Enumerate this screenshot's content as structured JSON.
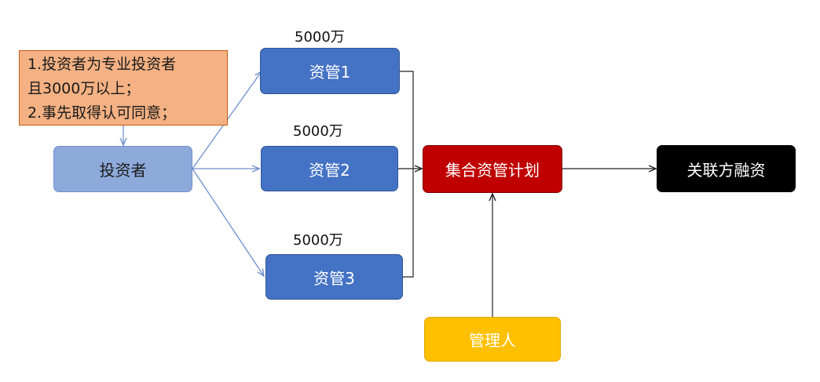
{
  "colors": {
    "investor": "#8eaadb",
    "zg": "#4472c4",
    "plan": "#c00000",
    "related": "#000000",
    "manager": "#ffc000",
    "note": "#f4b183",
    "arrow": "#6f8fcf",
    "connector": "#222222"
  },
  "note": {
    "line1": "1.投资者为专业投资者",
    "line2": "且3000万以上；",
    "line3": "2.事先取得认可同意；"
  },
  "investor": {
    "label": "投资者"
  },
  "zg1": {
    "label": "资管1",
    "amount": "5000万"
  },
  "zg2": {
    "label": "资管2",
    "amount": "5000万"
  },
  "zg3": {
    "label": "资管3",
    "amount": "5000万"
  },
  "plan": {
    "label": "集合资管计划"
  },
  "related": {
    "label": "关联方融资"
  },
  "manager": {
    "label": "管理人"
  }
}
